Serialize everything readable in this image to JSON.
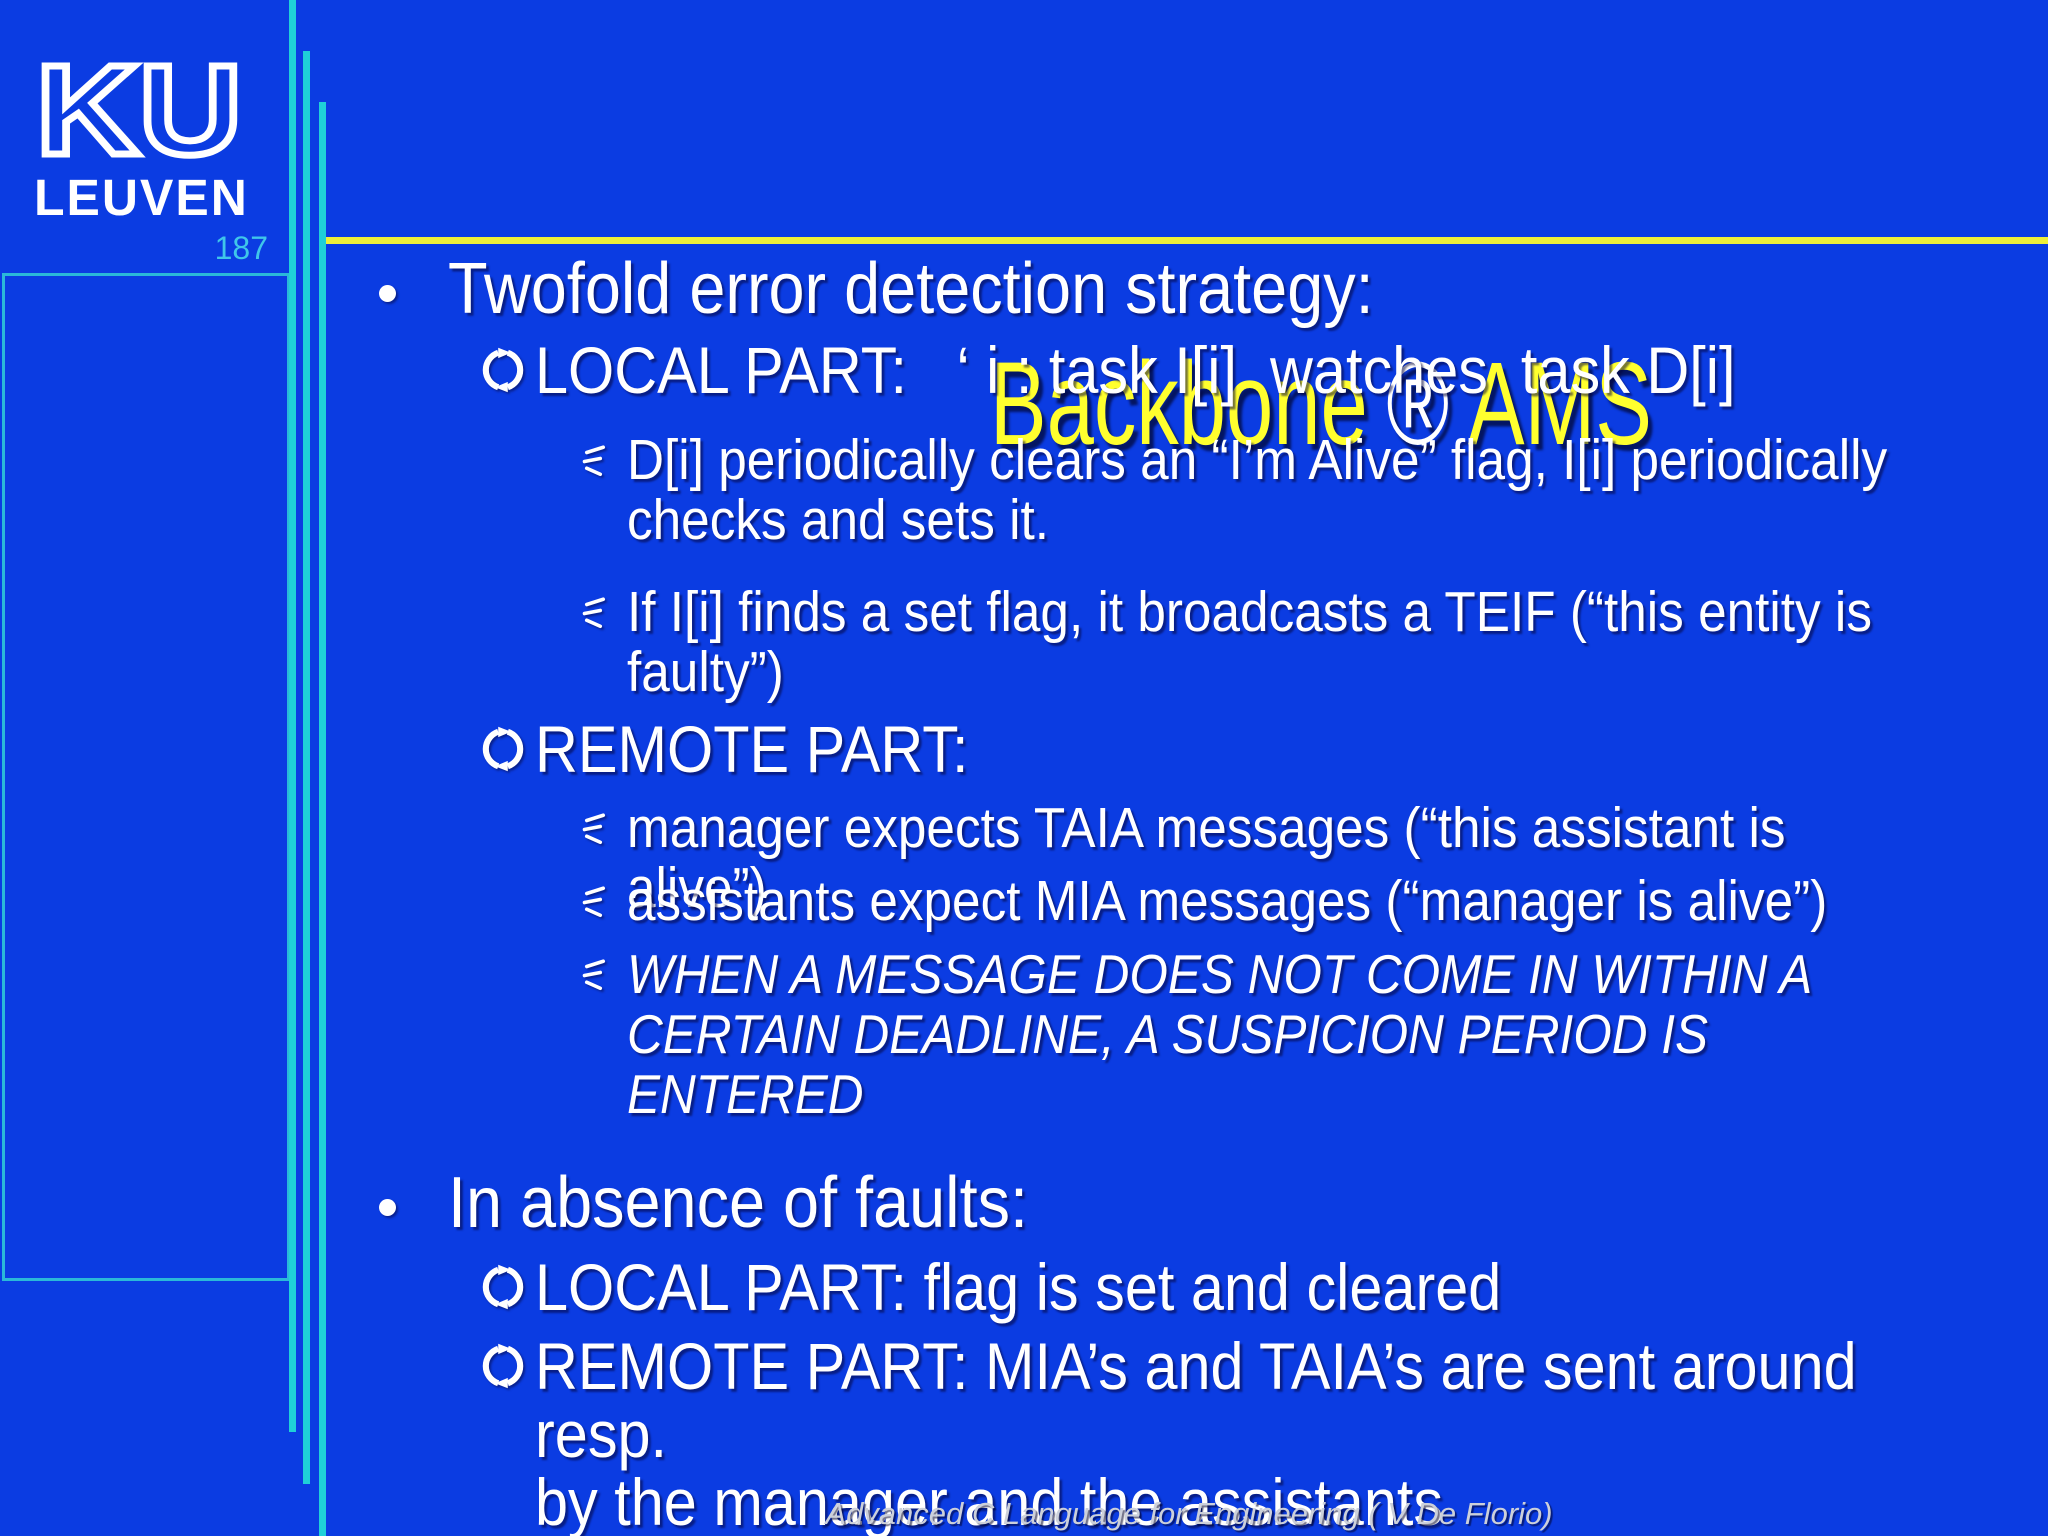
{
  "slide": {
    "page_number": "187"
  },
  "logo": {
    "top": "KU",
    "bottom": "LEUVEN"
  },
  "title": {
    "word1": "Backbone",
    "mark": "®",
    "word2": "AMS"
  },
  "content": {
    "bullets": [
      {
        "level": 1,
        "text": "Twofold error detection strategy:"
      },
      {
        "level": 2,
        "text": "LOCAL PART:   ‘ i : task I[i]  watches  task D[i]"
      },
      {
        "level": 3,
        "text": "D[i] periodically clears an “I’m Alive” flag, I[i] periodically\nchecks and sets it."
      },
      {
        "level": 3,
        "text": "If I[i] finds a set flag, it broadcasts a TEIF (“this entity is\nfaulty”)"
      },
      {
        "level": 2,
        "text": "REMOTE PART:"
      },
      {
        "level": 3,
        "text": "manager expects TAIA messages (“this assistant is alive”)"
      },
      {
        "level": 3,
        "text": "assistants expect MIA messages (“manager is alive”)"
      },
      {
        "level": 3,
        "italic": true,
        "text": "WHEN A MESSAGE DOES NOT COME IN WITHIN A\nCERTAIN DEADLINE, A SUSPICION PERIOD IS ENTERED"
      },
      {
        "level": 1,
        "text": "In absence of faults:"
      },
      {
        "level": 2,
        "text": "LOCAL PART: flag is set and cleared"
      },
      {
        "level": 2,
        "text": "REMOTE PART: MIA’s and TAIA’s are sent around resp.\nby the manager and the assistants"
      }
    ]
  },
  "footer": {
    "text": "Advanced C Language for Engineering  ( V De Florio)"
  },
  "icons": {
    "bullet_level1": "dot",
    "bullet_level2": "circular-arrows",
    "bullet_level3": "stroke-flick"
  },
  "colors": {
    "background": "#0b3ce2",
    "teal_lines": "#1fd0d8",
    "rect_border": "#2ab9d9",
    "rule_yellow": "#eef039",
    "title_yellow": "#ffff2e",
    "registered_mark": "#ffffff",
    "page_number": "#3fc6ea",
    "body_text": "#ffffff",
    "footer_text": "#ccd0da"
  }
}
